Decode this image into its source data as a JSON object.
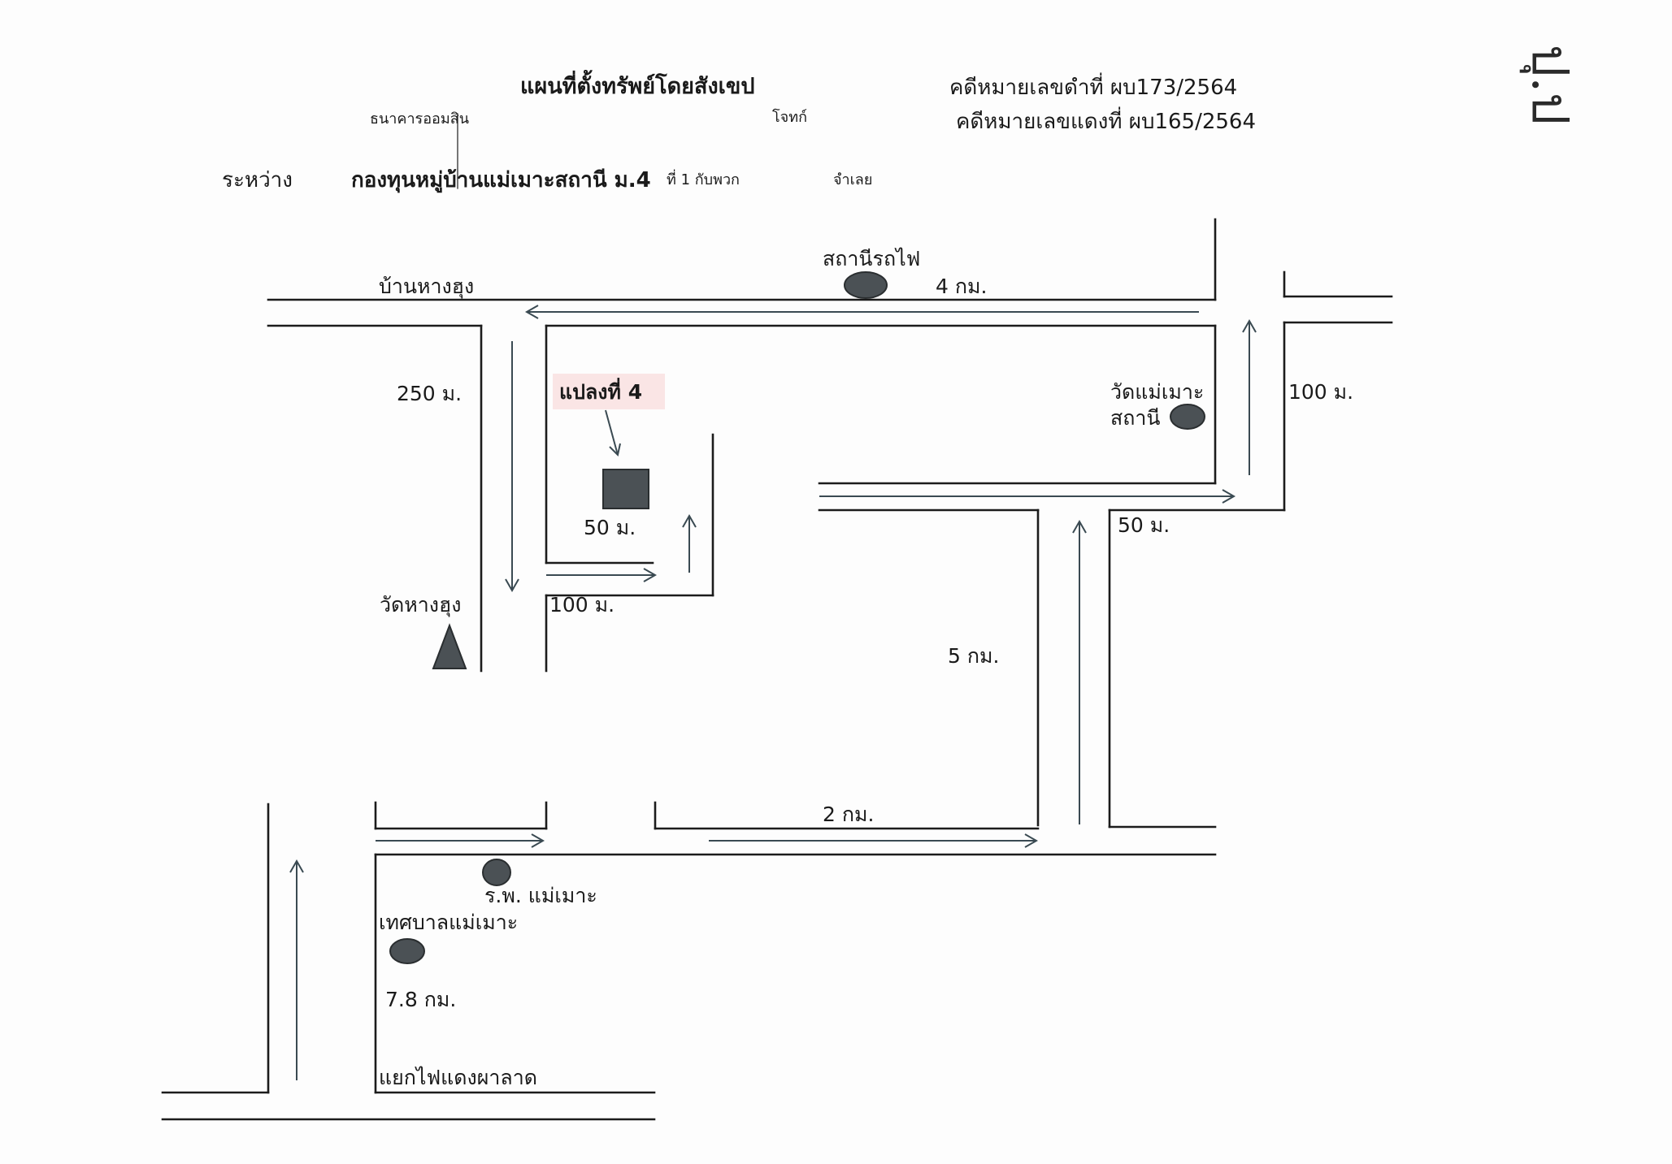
{
  "header": {
    "title": "แผนที่ตั้งทรัพย์โดยสังเขป",
    "case_black": "คดีหมายเลขดำที่  ผบ173/2564",
    "case_red": "คดีหมายเลขแดงที่ ผบ165/2564",
    "plaintiff": "ธนาคารออมสิน",
    "plaintiff_role": "โจทก์",
    "between": "ระหว่าง",
    "defendant": "กองทุนหมู่บ้านแม่เมาะสถานี ม.4",
    "defendant_suffix": "ที่ 1 กับพวก",
    "defendant_role": "จำเลย"
  },
  "page_mark": "ปุ.ป",
  "map": {
    "labels": {
      "ban_hang_hung": "บ้านหางฮุง",
      "train_station": "สถานีรถไฟ",
      "dist_4km": "4  กม.",
      "dist_250m": "250  ม.",
      "plot": "แปลงที่ 4",
      "dist_50m_plot": "50  ม.",
      "dist_100m_plot": "100 ม.",
      "wat_hang_hung": "วัดหางฮุง",
      "wat_mae_moh_1": "วัดแม่เมาะ",
      "wat_mae_moh_2": "สถานี",
      "dist_100m_right": "100 ม.",
      "dist_50m_right": "50 ม.",
      "dist_5km": "5 กม.",
      "dist_2km": "2  กม.",
      "hospital": "ร.พ. แม่เมาะ",
      "municipality": "เทศบาลแม่เมาะ",
      "dist_7_8km": "7.8 กม.",
      "junction": "แยกไฟแดงผาลาด"
    },
    "landmarks": [
      {
        "name": "train-station-marker",
        "shape": "ellipse"
      },
      {
        "name": "wat-mae-moh-marker",
        "shape": "ellipse"
      },
      {
        "name": "hospital-marker",
        "shape": "ellipse"
      },
      {
        "name": "municipality-marker",
        "shape": "ellipse"
      },
      {
        "name": "wat-hang-hung-marker",
        "shape": "triangle"
      },
      {
        "name": "plot-marker",
        "shape": "square"
      }
    ],
    "colors": {
      "road": "#1c1c1c",
      "arrow": "#3a4a52",
      "marker": "#4b5155",
      "plot_highlight": "#f3b8b8"
    }
  }
}
